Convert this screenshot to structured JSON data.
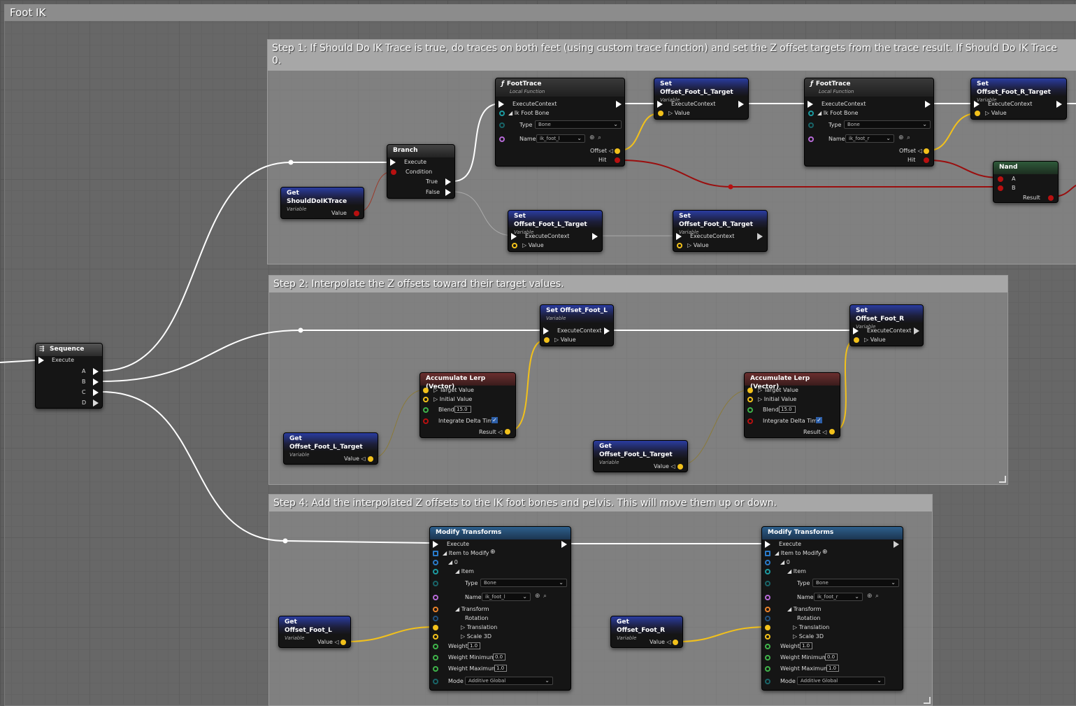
{
  "graph": {
    "title": "Foot IK"
  },
  "comments": {
    "step1": "Step 1: If Should Do IK Trace is true, do traces on both feet (using custom trace function) and set the Z offset targets from the trace result. If Should Do IK Trace",
    "step1_cont": "0.",
    "step2": "Step 2: Interpolate the Z offsets toward their target values.",
    "step4": "Step 4: Add the interpolated Z offsets to the IK foot bones and pelvis. This will move them up or down."
  },
  "labels": {
    "variable": "Variable",
    "local_function": "Local Function",
    "execute": "Execute",
    "execute_context": "ExecuteContext",
    "value": "Value",
    "value_arrow": "Value ◁",
    "value_tri": "▷ Value",
    "ik_foot_bone": "◢ Ik Foot Bone",
    "type": "Type",
    "name": "Name",
    "bone": "Bone",
    "offset": "Offset ◁",
    "hit": "Hit",
    "condition": "Condition",
    "true": "True",
    "false": "False",
    "a": "A",
    "b": "B",
    "c": "C",
    "d": "D",
    "result": "Result",
    "result_arrow": "Result ◁",
    "target_value": "▷ Target Value",
    "initial_value": "▷ Initial Value",
    "blend": "Blend",
    "integrate_delta_time": "Integrate Delta Time",
    "item_to_modify": "◢ Item to Modify",
    "zero": "◢ 0",
    "item": "◢ Item",
    "transform": "◢ Transform",
    "rotation": "Rotation",
    "translation": "▷ Translation",
    "scale3d": "▷ Scale 3D",
    "weight": "Weight",
    "weight_min": "Weight Minimum",
    "weight_max": "Weight Maximum",
    "mode": "Mode",
    "additive_global": "Additive Global",
    "checkmark": "✓"
  },
  "nodes": {
    "sequence": {
      "title": "Sequence",
      "icon": "sequence-icon"
    },
    "get_should_do_ik_trace": {
      "title": "Get ShouldDoIKTrace"
    },
    "branch": {
      "title": "Branch"
    },
    "foot_trace_l": {
      "title": "FootTrace",
      "bone_name": "ik_foot_l"
    },
    "foot_trace_r": {
      "title": "FootTrace",
      "bone_name": "ik_foot_r"
    },
    "set_target_l_top": {
      "title": "Set Offset_Foot_L_Target"
    },
    "set_target_r_top": {
      "title": "Set Offset_Foot_R_Target"
    },
    "nand": {
      "title": "Nand"
    },
    "set_target_l_bottom": {
      "title": "Set Offset_Foot_L_Target"
    },
    "set_target_r_bottom": {
      "title": "Set Offset_Foot_R_Target"
    },
    "set_offset_l": {
      "title": "Set Offset_Foot_L"
    },
    "set_offset_r": {
      "title": "Set Offset_Foot_R"
    },
    "lerp_l": {
      "title": "Accumulate Lerp (Vector)",
      "blend": "15.0"
    },
    "lerp_r": {
      "title": "Accumulate Lerp (Vector)",
      "blend": "15.0"
    },
    "get_target_l_1": {
      "title": "Get Offset_Foot_L_Target"
    },
    "get_target_l_2": {
      "title": "Get Offset_Foot_L_Target"
    },
    "modify_l": {
      "title": "Modify Transforms",
      "bone_name": "ik_foot_l",
      "weight": "1.0",
      "weight_min": "0.0",
      "weight_max": "1.0"
    },
    "modify_r": {
      "title": "Modify Transforms",
      "bone_name": "ik_foot_r",
      "weight": "1.0",
      "weight_min": "0.0",
      "weight_max": "1.0"
    },
    "get_offset_l": {
      "title": "Get Offset_Foot_L"
    },
    "get_offset_r": {
      "title": "Get Offset_Foot_R"
    }
  },
  "colors": {
    "exec_wire": "#ffffff",
    "vector_wire": "#f2c11b",
    "bool_wire": "#9a0e0e",
    "variable_header": "#2a3ca0",
    "modify_header": "#2d5f8c",
    "lerp_header": "#6a2f2f",
    "nand_header": "#2f5a3a"
  }
}
